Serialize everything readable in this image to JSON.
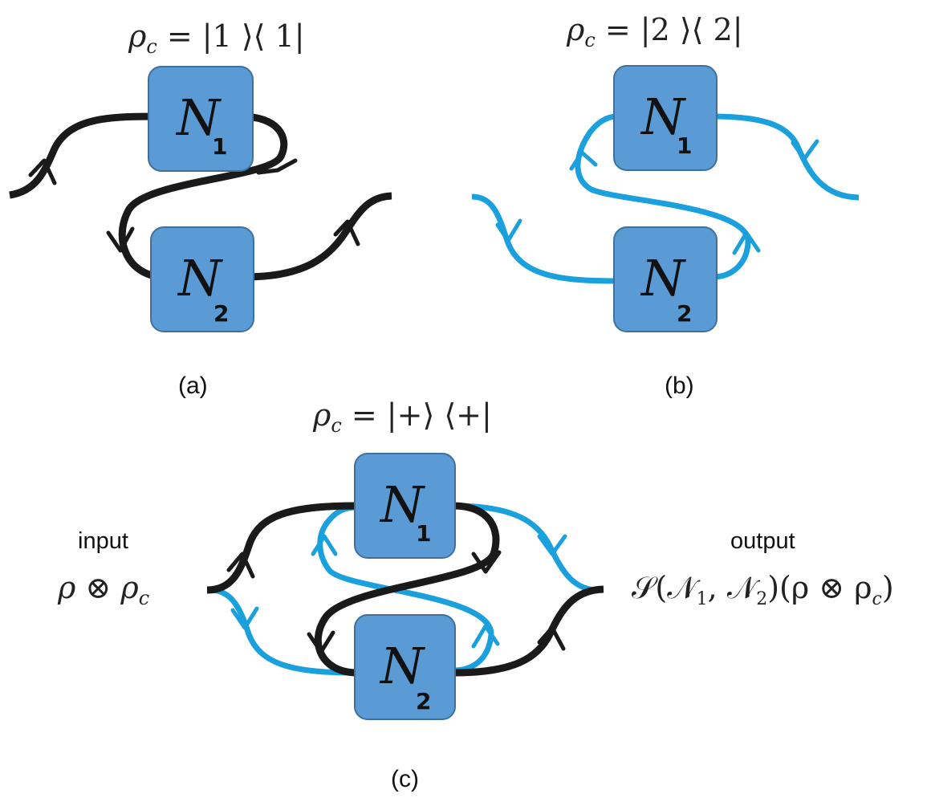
{
  "panels": [
    {
      "id": "a",
      "state_label": {
        "lhs": "ρ",
        "sub": "c",
        "rhs": " = |1 ⟩⟨ 1|"
      },
      "caption": "(a)",
      "box1": {
        "symbol": "N",
        "sub": "1"
      },
      "box2": {
        "symbol": "N",
        "sub": "2"
      }
    },
    {
      "id": "b",
      "state_label": {
        "lhs": "ρ",
        "sub": "c",
        "rhs": " = |2 ⟩⟨ 2|"
      },
      "caption": "(b)",
      "box1": {
        "symbol": "N",
        "sub": "1"
      },
      "box2": {
        "symbol": "N",
        "sub": "2"
      }
    },
    {
      "id": "c",
      "state_label": {
        "lhs": "ρ",
        "sub": "c",
        "rhs": " = |+⟩ ⟨+|"
      },
      "caption": "(c)",
      "box1": {
        "symbol": "N",
        "sub": "1"
      },
      "box2": {
        "symbol": "N",
        "sub": "2"
      },
      "input_word": "input",
      "input_expr": {
        "a": "ρ ⊗ ρ",
        "sub": "c"
      },
      "output_word": "output",
      "output_expr": {
        "a": "𝒮(𝒩",
        "s1": "1",
        "b": ", 𝒩",
        "s2": "2",
        "c": ")(ρ ⊗ ρ",
        "s3": "c",
        "d": ")"
      }
    }
  ],
  "colors": {
    "box_fill": "#5b9bd5",
    "box_stroke": "#3f6f9a",
    "path_order_1": "#1a1a1a",
    "path_order_2": "#1aa0dc"
  }
}
